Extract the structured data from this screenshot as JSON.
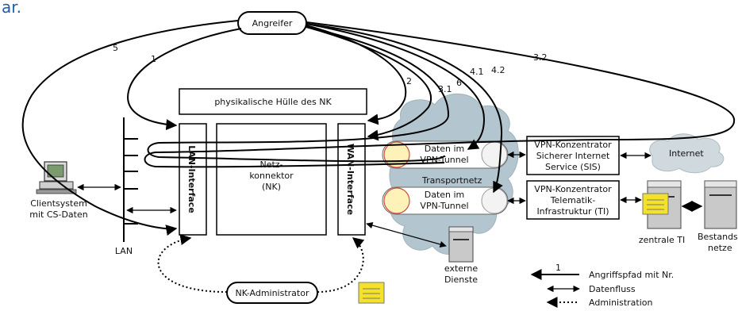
{
  "header_fragment": "ar.",
  "nodes": {
    "angreifer": "Angreifer",
    "huelle": "physikalische Hülle des NK",
    "lan_interface": "LAN-Interface",
    "wan_interface": "WAN-Interface",
    "konnektor": [
      "Netz-",
      "konnektor",
      "(NK)"
    ],
    "client": [
      "Clientsystem",
      "mit CS-Daten"
    ],
    "lan": "LAN",
    "tunnel1": [
      "Daten im",
      "VPN-Tunnel"
    ],
    "tunnel2": [
      "Daten im",
      "VPN-Tunnel"
    ],
    "transportnetz": "Transportnetz",
    "vpn_sis": [
      "VPN-Konzentrator",
      "Sicherer Internet",
      "Service (SIS)"
    ],
    "vpn_ti": [
      "VPN-Konzentrator",
      "Telematik-",
      "Infrastruktur (TI)"
    ],
    "internet": "Internet",
    "zentrale_ti": "zentrale TI",
    "bestandsnetze": [
      "Bestands-",
      "netze"
    ],
    "externe_dienste": [
      "externe",
      "Dienste"
    ],
    "admin": "NK-Administrator"
  },
  "path_numbers": {
    "p5": "5",
    "p1": "1",
    "p2": "2",
    "p31": "3.1",
    "p6": "6",
    "p41": "4.1",
    "p42": "4.2",
    "p32": "3.2"
  },
  "legend": {
    "num": "1",
    "angriffspfad": "Angriffspfad mit Nr.",
    "datenfluss": "Datenfluss",
    "administration": "Administration"
  },
  "colors": {
    "cloud": "#b3c6cf",
    "internet_cloud": "#cfd9de",
    "header": "#1f5fa8",
    "sticky": "#f4e22a",
    "lock": "#fff2b8",
    "lock_stroke": "#d14a3a"
  }
}
